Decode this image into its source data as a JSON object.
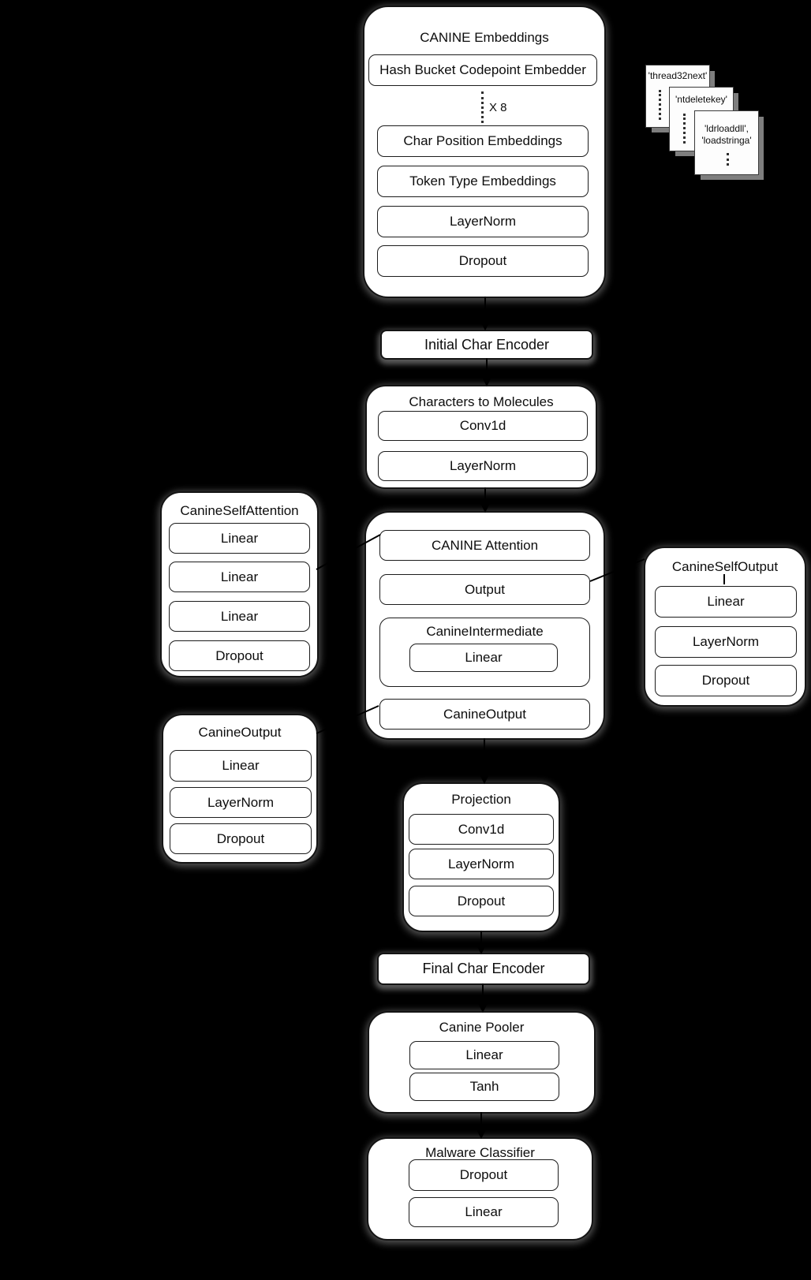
{
  "palette": {
    "background": "#000000",
    "box_fill": "#ffffff",
    "box_border": "#141414",
    "shadow_gray": "#969696",
    "text": "#0d0d0d"
  },
  "embeddings": {
    "title": "CANINE Embeddings",
    "embedder": "Hash Bucket Codepoint Embedder",
    "repeat_label": "X 8",
    "layers": [
      "Char Position Embeddings",
      "Token Type Embeddings",
      "LayerNorm",
      "Dropout"
    ]
  },
  "api_cards": {
    "card1": {
      "line1": "'thread32next'"
    },
    "card2": {
      "line1": "'ntdeletekey'"
    },
    "card3": {
      "line1": "'ldrloaddll',",
      "line2": "'loadstringa'"
    }
  },
  "initial_encoder": {
    "label": "Initial Char Encoder"
  },
  "chars_to_molecules": {
    "title": "Characters to Molecules",
    "layers": [
      "Conv1d",
      "LayerNorm"
    ]
  },
  "encoder_layer": {
    "attention": "CANINE Attention",
    "output": "Output",
    "intermediate": {
      "title": "CanineIntermediate",
      "layer": "Linear"
    },
    "canine_output": "CanineOutput"
  },
  "self_attention": {
    "title": "CanineSelfAttention",
    "layers": [
      "Linear",
      "Linear",
      "Linear",
      "Dropout"
    ]
  },
  "self_output": {
    "title": "CanineSelfOutput",
    "layers": [
      "Linear",
      "LayerNorm",
      "Dropout"
    ]
  },
  "canine_output_detail": {
    "title": "CanineOutput",
    "layers": [
      "Linear",
      "LayerNorm",
      "Dropout"
    ]
  },
  "projection": {
    "title": "Projection",
    "layers": [
      "Conv1d",
      "LayerNorm",
      "Dropout"
    ]
  },
  "final_encoder": {
    "label": "Final Char Encoder"
  },
  "pooler": {
    "title": "Canine Pooler",
    "layers": [
      "Linear",
      "Tanh"
    ]
  },
  "classifier": {
    "title": "Malware Classifier",
    "layers": [
      "Dropout",
      "Linear"
    ]
  }
}
